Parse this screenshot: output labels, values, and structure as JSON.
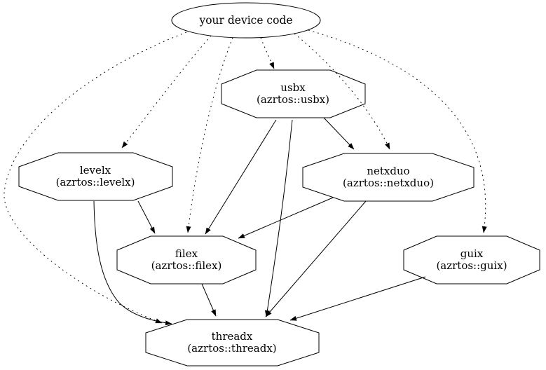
{
  "diagram": {
    "type": "dependency-graph",
    "colors": {
      "background": "#ffffff",
      "stroke": "#000000",
      "text": "#000000"
    },
    "nodes": {
      "device": {
        "label": "your device code",
        "shape": "ellipse"
      },
      "usbx": {
        "title": "usbx",
        "subtitle": "(azrtos::usbx)",
        "shape": "octagon"
      },
      "levelx": {
        "title": "levelx",
        "subtitle": "(azrtos::levelx)",
        "shape": "octagon"
      },
      "netxduo": {
        "title": "netxduo",
        "subtitle": "(azrtos::netxduo)",
        "shape": "octagon"
      },
      "filex": {
        "title": "filex",
        "subtitle": "(azrtos::filex)",
        "shape": "octagon"
      },
      "guix": {
        "title": "guix",
        "subtitle": "(azrtos::guix)",
        "shape": "octagon"
      },
      "threadx": {
        "title": "threadx",
        "subtitle": "(azrtos::threadx)",
        "shape": "octagon"
      }
    },
    "edges": [
      {
        "from": "your device code",
        "to": "usbx",
        "style": "dotted"
      },
      {
        "from": "your device code",
        "to": "levelx",
        "style": "dotted"
      },
      {
        "from": "your device code",
        "to": "netxduo",
        "style": "dotted"
      },
      {
        "from": "your device code",
        "to": "filex",
        "style": "dotted"
      },
      {
        "from": "your device code",
        "to": "guix",
        "style": "dotted"
      },
      {
        "from": "your device code",
        "to": "threadx",
        "style": "dotted"
      },
      {
        "from": "usbx",
        "to": "netxduo",
        "style": "solid"
      },
      {
        "from": "usbx",
        "to": "filex",
        "style": "solid"
      },
      {
        "from": "usbx",
        "to": "threadx",
        "style": "solid"
      },
      {
        "from": "levelx",
        "to": "filex",
        "style": "solid"
      },
      {
        "from": "levelx",
        "to": "threadx",
        "style": "solid"
      },
      {
        "from": "netxduo",
        "to": "filex",
        "style": "solid"
      },
      {
        "from": "netxduo",
        "to": "threadx",
        "style": "solid"
      },
      {
        "from": "filex",
        "to": "threadx",
        "style": "solid"
      },
      {
        "from": "guix",
        "to": "threadx",
        "style": "solid"
      }
    ]
  }
}
